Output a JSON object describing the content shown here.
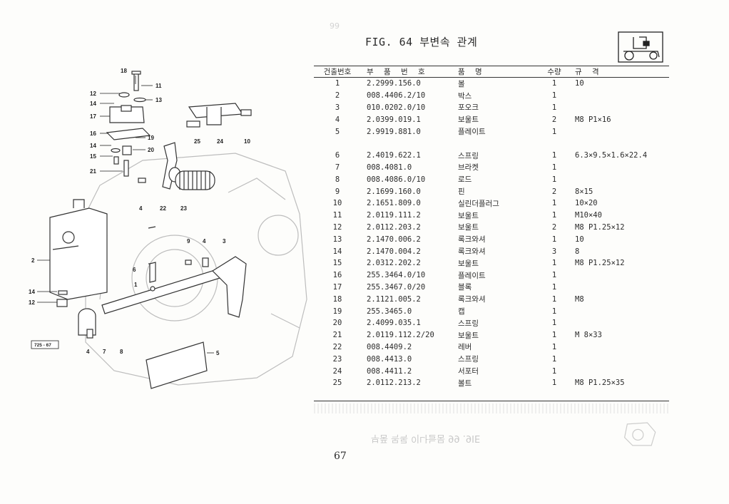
{
  "figure": {
    "title": "FIG. 64 부변속 관계",
    "ghost_top_text": "99",
    "ref_code": "725 - 67",
    "callouts": [
      "18",
      "11",
      "12",
      "13",
      "14",
      "17",
      "16",
      "19",
      "14",
      "20",
      "15",
      "21",
      "25",
      "24",
      "10",
      "4",
      "22",
      "23",
      "2",
      "9",
      "4",
      "3",
      "6",
      "1",
      "14",
      "12",
      "4",
      "7",
      "8",
      "5"
    ]
  },
  "table": {
    "headers": [
      "건출번호",
      "부 품 번 호",
      "품 명",
      "수량",
      "규 격"
    ],
    "rows": [
      {
        "no": "1",
        "part": "2.2999.156.0",
        "name": "볼",
        "qty": "1",
        "spec": "10"
      },
      {
        "no": "2",
        "part": "008.4406.2/10",
        "name": "박스",
        "qty": "1",
        "spec": ""
      },
      {
        "no": "3",
        "part": "010.0202.0/10",
        "name": "포오크",
        "qty": "1",
        "spec": ""
      },
      {
        "no": "4",
        "part": "2.0399.019.1",
        "name": "보울트",
        "qty": "2",
        "spec": "M8  P1×16"
      },
      {
        "no": "5",
        "part": "2.9919.881.0",
        "name": "플레이트",
        "qty": "1",
        "spec": ""
      },
      {
        "no": "6",
        "part": "2.4019.622.1",
        "name": "스프링",
        "qty": "1",
        "spec": "6.3×9.5×1.6×22.4"
      },
      {
        "no": "7",
        "part": "008.4081.0",
        "name": "브라켓",
        "qty": "1",
        "spec": ""
      },
      {
        "no": "8",
        "part": "008.4086.0/10",
        "name": "로드",
        "qty": "1",
        "spec": ""
      },
      {
        "no": "9",
        "part": "2.1699.160.0",
        "name": "핀",
        "qty": "2",
        "spec": "8×15"
      },
      {
        "no": "10",
        "part": "2.1651.809.0",
        "name": "실린더플러그",
        "qty": "1",
        "spec": "10×20"
      },
      {
        "no": "11",
        "part": "2.0119.111.2",
        "name": "보울트",
        "qty": "1",
        "spec": "M10×40"
      },
      {
        "no": "12",
        "part": "2.0112.203.2",
        "name": "보울트",
        "qty": "2",
        "spec": "M8  P1.25×12"
      },
      {
        "no": "13",
        "part": "2.1470.006.2",
        "name": "록크와셔",
        "qty": "1",
        "spec": "10"
      },
      {
        "no": "14",
        "part": "2.1470.004.2",
        "name": "록크와셔",
        "qty": "3",
        "spec": "8"
      },
      {
        "no": "15",
        "part": "2.0312.202.2",
        "name": "보울트",
        "qty": "1",
        "spec": "M8  P1.25×12"
      },
      {
        "no": "16",
        "part": "255.3464.0/10",
        "name": "플레이트",
        "qty": "1",
        "spec": ""
      },
      {
        "no": "17",
        "part": "255.3467.0/20",
        "name": "블록",
        "qty": "1",
        "spec": ""
      },
      {
        "no": "18",
        "part": "2.1121.005.2",
        "name": "록크와셔",
        "qty": "1",
        "spec": "M8"
      },
      {
        "no": "19",
        "part": "255.3465.0",
        "name": "캡",
        "qty": "1",
        "spec": ""
      },
      {
        "no": "20",
        "part": "2.4099.035.1",
        "name": "스프링",
        "qty": "1",
        "spec": ""
      },
      {
        "no": "21",
        "part": "2.0119.112.2/20",
        "name": "보울트",
        "qty": "1",
        "spec": "M 8×33"
      },
      {
        "no": "22",
        "part": "008.4409.2",
        "name": "레버",
        "qty": "1",
        "spec": ""
      },
      {
        "no": "23",
        "part": "008.4413.0",
        "name": "스프링",
        "qty": "1",
        "spec": ""
      },
      {
        "no": "24",
        "part": "008.4411.2",
        "name": "서포터",
        "qty": "1",
        "spec": ""
      },
      {
        "no": "25",
        "part": "2.0112.213.2",
        "name": "볼트",
        "qty": "1",
        "spec": "M8  P1.25×35"
      }
    ]
  },
  "ghost_bottom_text": "부품 목록 이나늘뭄 99 .9IE",
  "page_number": "67"
}
